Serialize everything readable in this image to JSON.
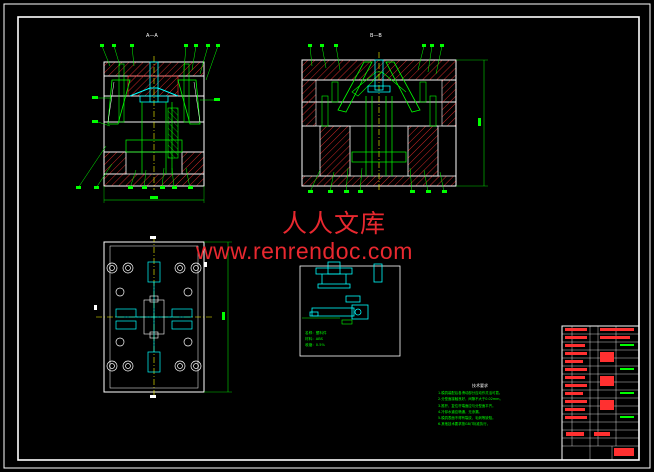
{
  "watermark": {
    "cn": "人人文库",
    "url": "www.renrendoc.com"
  },
  "views": {
    "section_a": "A—A",
    "section_b": "B—B"
  },
  "tech_notes": {
    "title": "技术要求",
    "items": [
      "1.模具装配后各滑动部分应动作灵活可靠。",
      "2.分型面接触良好，间隙不大于0.02mm。",
      "3.推杆、复位杆端面应与分型面平齐。",
      "4.冷却水道应畅通，无渗漏。",
      "5.模具表面不得有裂纹、毛刺等缺陷。",
      "6.其他技术要求按GB/T标准执行。"
    ]
  },
  "part_specs": {
    "items": [
      "名称：塑料件",
      "材料：ABS",
      "收缩：0.5%"
    ]
  },
  "colors": {
    "border": "#ffffff",
    "mold_outline": "#ffffff",
    "hatch": "#ff3030",
    "parts": "#00ff00",
    "dimensions": "#00ff00",
    "centerline": "#ffff00",
    "accent": "#00ffff",
    "watermark": "#e8282f"
  }
}
